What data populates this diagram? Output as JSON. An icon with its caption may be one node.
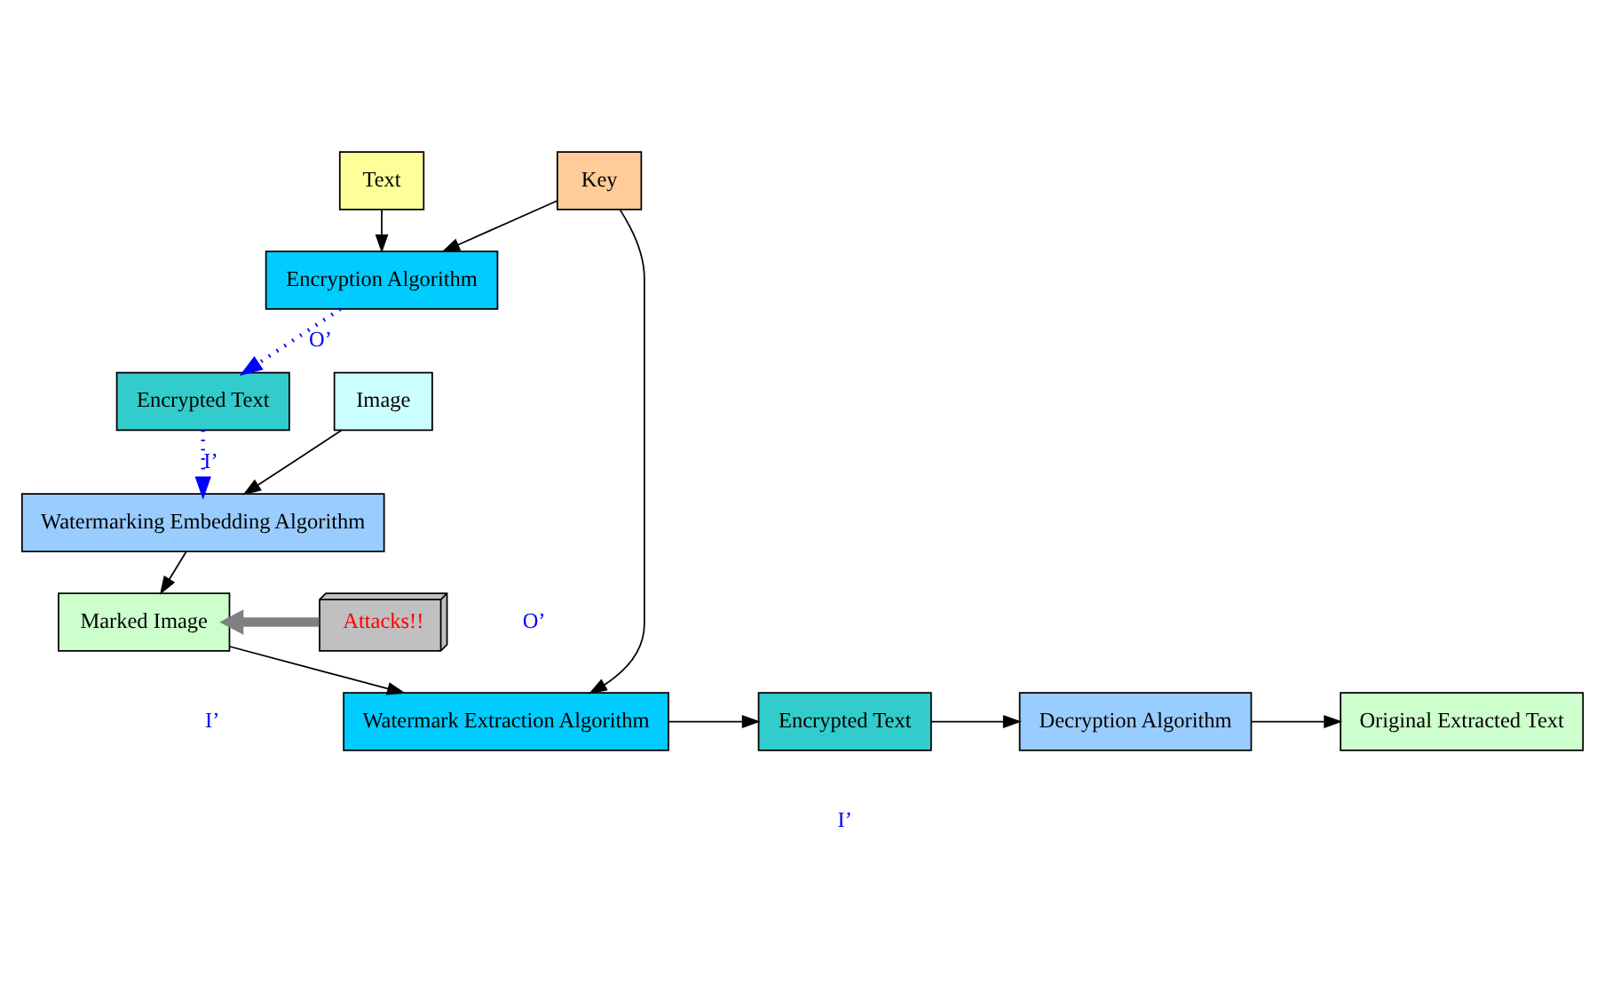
{
  "diagram": {
    "nodes": [
      {
        "text": [
          "Text"
        ]
      },
      {
        "text": [
          "Key"
        ]
      },
      {
        "text": [
          "Encryption Algorithm"
        ]
      },
      {
        "text": [
          "Encrypted Text"
        ]
      },
      {
        "text": [
          "Image"
        ]
      },
      {
        "text": [
          "Watermarking Embedding Algorithm"
        ]
      },
      {
        "text": [
          "Attacks!!"
        ]
      },
      {
        "text": [
          "Marked Image"
        ]
      },
      {
        "text": [
          "Watermark Extraction Algorithm"
        ]
      },
      {
        "text": [
          "Encrypted Text"
        ]
      },
      {
        "text": [
          "Decryption Algorithm"
        ]
      },
      {
        "text": [
          "Original Extracted Text"
        ]
      }
    ],
    "edges": [
      {
        "from": 0,
        "to": 2,
        "arrow": "to"
      },
      {
        "from": 1,
        "to": 2,
        "arrow": "to"
      },
      {
        "from": 1,
        "to": 8,
        "arrow": "to"
      },
      {
        "from": 2,
        "to": 3,
        "arrow": "to",
        "label": "O’",
        "style": "dashed",
        "color": "#0000ff"
      },
      {
        "from": 3,
        "to": 5,
        "arrow": "to",
        "label": "I’",
        "style": "dashed",
        "color": "#0000ff"
      },
      {
        "from": 4,
        "to": 5,
        "arrow": "to"
      },
      {
        "from": 5,
        "to": 7,
        "arrow": "to"
      },
      {
        "from": 6,
        "to": 7,
        "arrow": "to",
        "style": "thick",
        "color": "#808080"
      },
      {
        "from": 7,
        "to": 8,
        "arrow": "to"
      },
      {
        "from": 8,
        "to": 9,
        "arrow": "to"
      },
      {
        "from": 9,
        "to": 10,
        "arrow": "to"
      },
      {
        "from": 10,
        "to": 11,
        "arrow": "to"
      }
    ],
    "labels": [
      "O’",
      "I’",
      "I’"
    ]
  }
}
